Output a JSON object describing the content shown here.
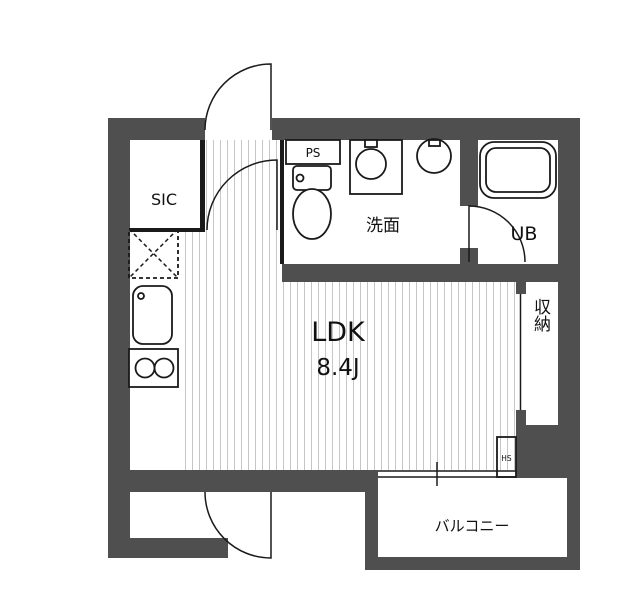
{
  "title": "apartment-floorplan",
  "rooms": {
    "ldk": {
      "label": "LDK",
      "size": "8.4J"
    },
    "senmen": {
      "label": "洗面"
    },
    "ub": {
      "label": "UB"
    },
    "sic": {
      "label": "SIC"
    },
    "shuno": {
      "label": "収納"
    },
    "balcony": {
      "label": "バルコニー"
    },
    "ps": {
      "label": "PS"
    },
    "hs": {
      "label": "HS"
    }
  },
  "colors": {
    "wall": "#4f4f4f",
    "line": "#1a1a1a",
    "floor_hatch": "#c6c6c6",
    "background": "#ffffff"
  }
}
